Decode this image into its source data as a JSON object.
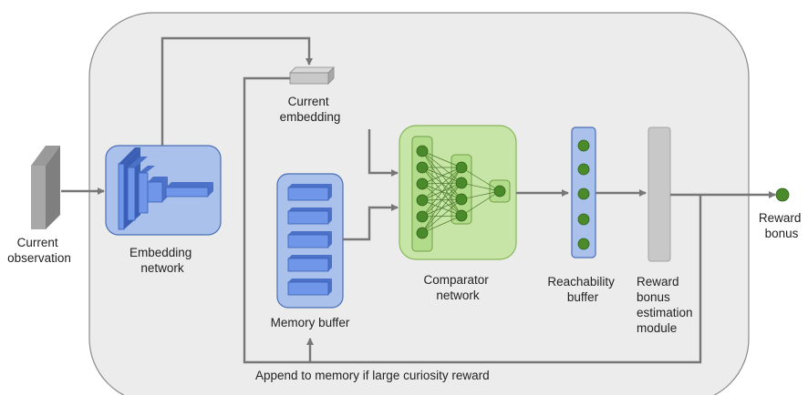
{
  "labels": {
    "current_observation": [
      "Current",
      "observation"
    ],
    "embedding_network": [
      "Embedding",
      "network"
    ],
    "current_embedding": [
      "Current",
      "embedding"
    ],
    "memory_buffer": "Memory buffer",
    "comparator_network": [
      "Comparator",
      "network"
    ],
    "reachability_buffer": [
      "Reachability",
      "buffer"
    ],
    "reward_bonus_module": [
      "Reward",
      "bonus",
      "estimation",
      "module"
    ],
    "reward_bonus": [
      "Reward",
      "bonus"
    ],
    "append_note": "Append to memory if large curiosity reward"
  },
  "colors": {
    "panel_fill": "#ececec",
    "panel_stroke": "#8a8a8a",
    "blue_fill": "#a9c1eb",
    "blue_stroke": "#4a6fb3",
    "blue_shape": "#5b86e5",
    "green_fill": "#c7e5a6",
    "green_stroke": "#87b75a",
    "green_node": "#4a8a2a",
    "gray_block": "#c8c8c8",
    "arrow": "#777777"
  }
}
